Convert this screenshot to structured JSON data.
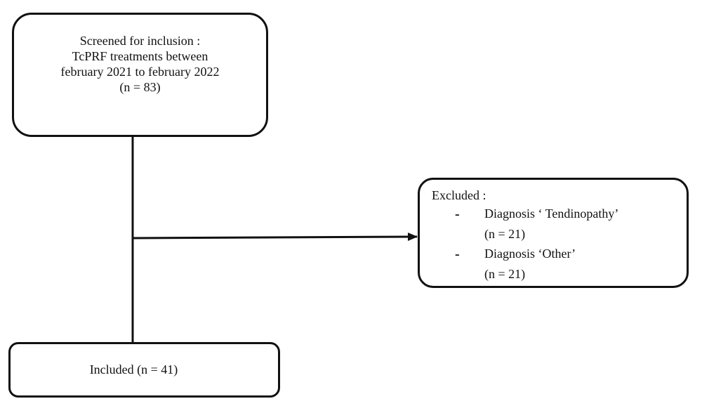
{
  "screened": {
    "lines": [
      "Screened for inclusion :",
      "TcPRF treatments between",
      "february 2021 to february 2022",
      "(n = 83)"
    ]
  },
  "excluded": {
    "title": "Excluded :",
    "items": [
      {
        "bullet": "-",
        "label": "Diagnosis ‘ Tendinopathy’",
        "count": "(n = 21)"
      },
      {
        "bullet": "-",
        "label": "Diagnosis ‘Other’",
        "count": "(n = 21)"
      }
    ]
  },
  "included": {
    "label": "Included (n = 41)"
  },
  "colors": {
    "stroke": "#111111",
    "background": "#ffffff"
  }
}
